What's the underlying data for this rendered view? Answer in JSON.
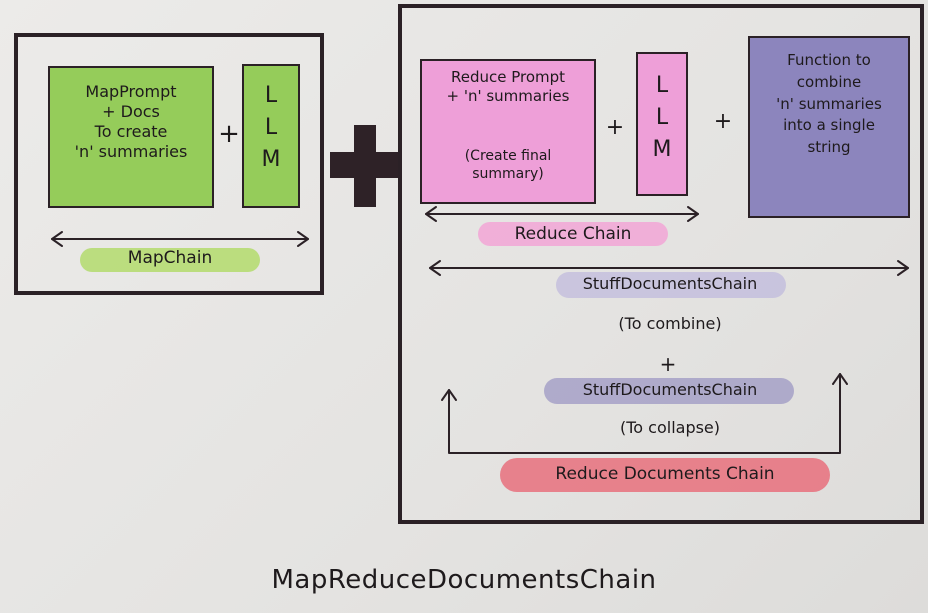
{
  "colors": {
    "ink": "#2b2126",
    "green": "#95cc5a",
    "pink": "#ee9fd8",
    "purple": "#8c85bd",
    "red": "#e8707c",
    "lavender": "#b7b0dc",
    "pink_hl": "#f2a6d6",
    "green_hl": "#b3db6c"
  },
  "map_chain": {
    "map_prompt": "MapPrompt\n+ Docs\nTo create\n'n' summaries",
    "plus": "+",
    "llm": "L\nL\nM",
    "label": "MapChain"
  },
  "big_plus": "+",
  "reduce_chain": {
    "reduce_prompt": "Reduce Prompt\n+ 'n' summaries",
    "reduce_prompt_sub": "(Create final\nsummary)",
    "plus1": "+",
    "llm": "L\nL\nM",
    "plus2": "+",
    "function_box": "Function to\ncombine\n'n' summaries\ninto a single\nstring",
    "label": "Reduce Chain"
  },
  "stuff_combine": {
    "label": "StuffDocumentsChain",
    "sub": "(To combine)"
  },
  "mid_plus": "+",
  "stuff_collapse": {
    "label": "StuffDocumentsChain",
    "sub": "(To collapse)"
  },
  "reduce_documents_chain": "Reduce Documents Chain",
  "title": "MapReduceDocumentsChain"
}
